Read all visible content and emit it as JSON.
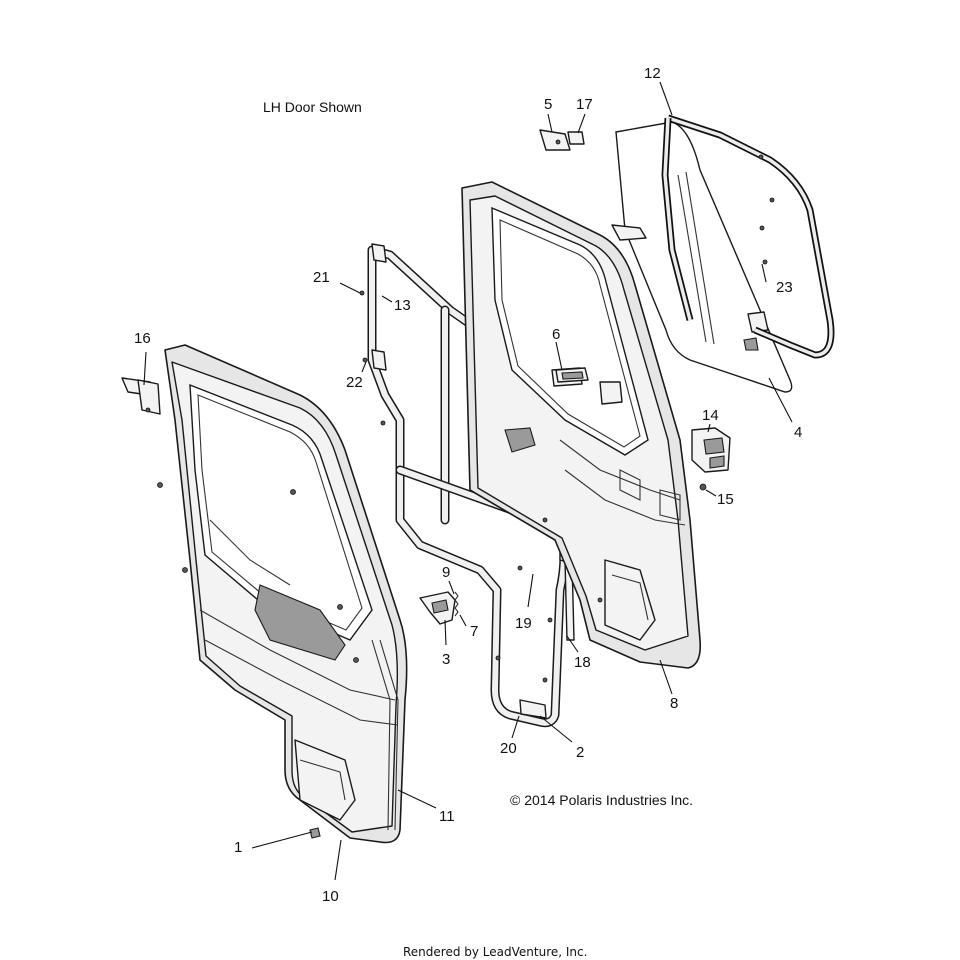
{
  "note": "LH Door Shown",
  "copyright": "© 2014 Polaris Industries Inc.",
  "footer": "Rendered by LeadVenture, Inc.",
  "callouts": {
    "c1": "1",
    "c2": "2",
    "c3": "3",
    "c4": "4",
    "c5": "5",
    "c6": "6",
    "c7": "7",
    "c8": "8",
    "c9": "9",
    "c10": "10",
    "c11": "11",
    "c12": "12",
    "c13": "13",
    "c14": "14",
    "c15": "15",
    "c16": "16",
    "c17": "17",
    "c18": "18",
    "c19": "19",
    "c20": "20",
    "c21": "21",
    "c22": "22",
    "c23": "23"
  }
}
